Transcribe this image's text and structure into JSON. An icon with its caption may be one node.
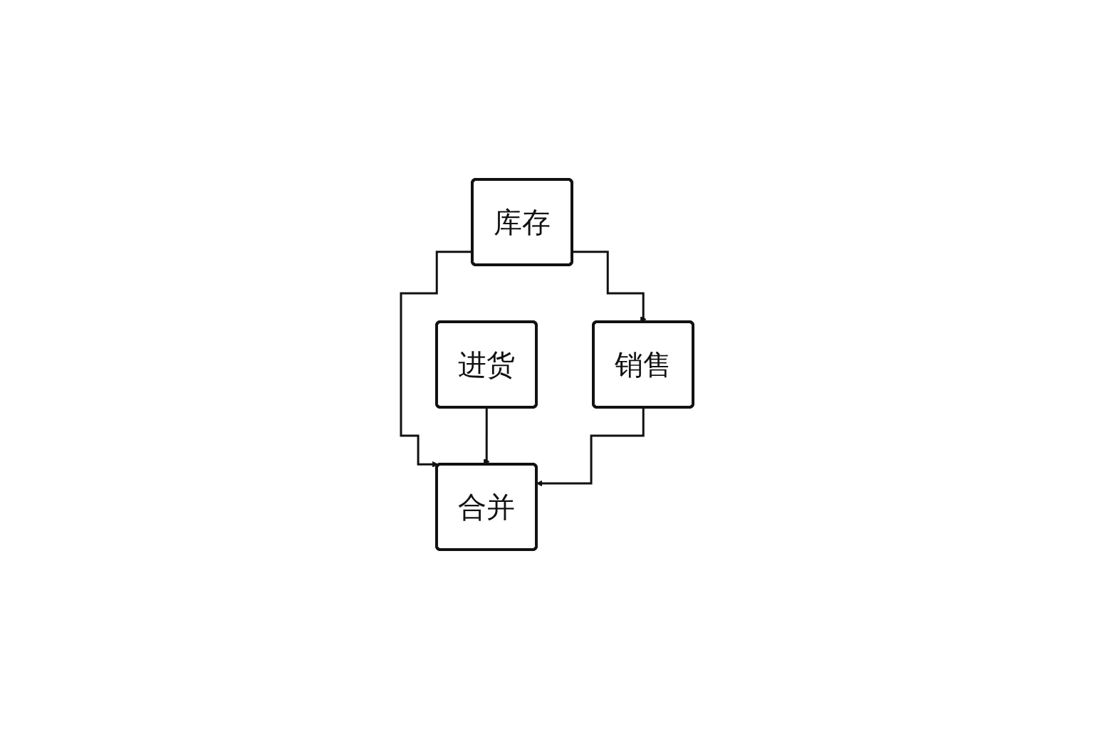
{
  "diagram": {
    "nodes": [
      {
        "text": [
          "库存"
        ]
      },
      {
        "text": [
          "进货"
        ]
      },
      {
        "text": [
          "销售"
        ]
      },
      {
        "text": [
          "合并"
        ]
      }
    ],
    "edges": [
      {
        "from": 0,
        "to": 2,
        "arrow": "to"
      },
      {
        "from": 0,
        "to": 3,
        "arrow": "to"
      },
      {
        "from": 1,
        "to": 3,
        "arrow": "to"
      },
      {
        "from": 2,
        "to": 3,
        "arrow": "to"
      }
    ]
  }
}
